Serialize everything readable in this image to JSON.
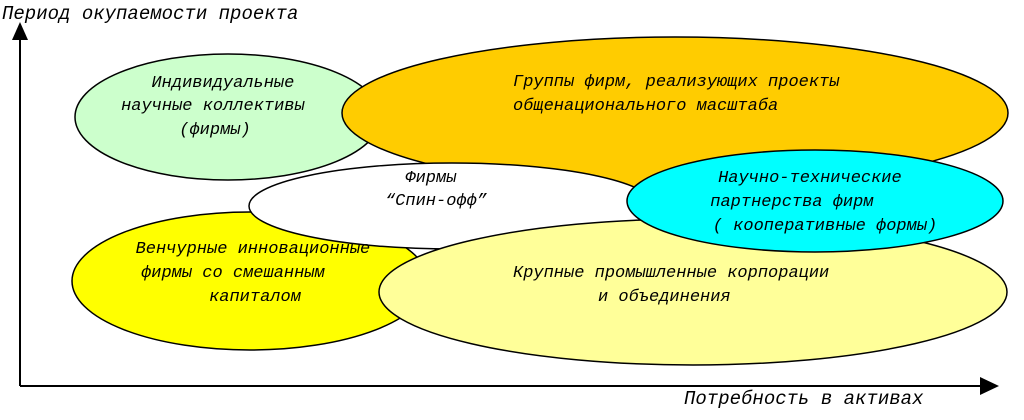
{
  "axes": {
    "y_label": "Период окупаемости проекта",
    "x_label": "Потребность в активах"
  },
  "colors": {
    "axis": "#000000",
    "outline": "#000000",
    "individual": "#ccffcc",
    "groups": "#ffcc00",
    "spinoff": "#ffffff",
    "partnerships": "#00ffff",
    "venture": "#ffff00",
    "corporations": "#ffff99"
  },
  "ellipses": {
    "individual": {
      "lines": [
        "Индивидуальные",
        "научные коллективы",
        "(фирмы)"
      ]
    },
    "groups": {
      "lines": [
        "Группы фирм, реализующих проекты",
        "общенационального масштаба"
      ]
    },
    "spinoff": {
      "lines": [
        "Фирмы",
        "“Спин-офф”"
      ]
    },
    "partnerships": {
      "lines": [
        "Научно-технические",
        "партнерства фирм",
        "( кооперативные формы)"
      ]
    },
    "venture": {
      "lines": [
        "Венчурные инновационные",
        "фирмы со смешанным",
        "капиталом"
      ]
    },
    "corporations": {
      "lines": [
        "Крупные промышленные корпорации",
        "и объединения"
      ]
    }
  }
}
